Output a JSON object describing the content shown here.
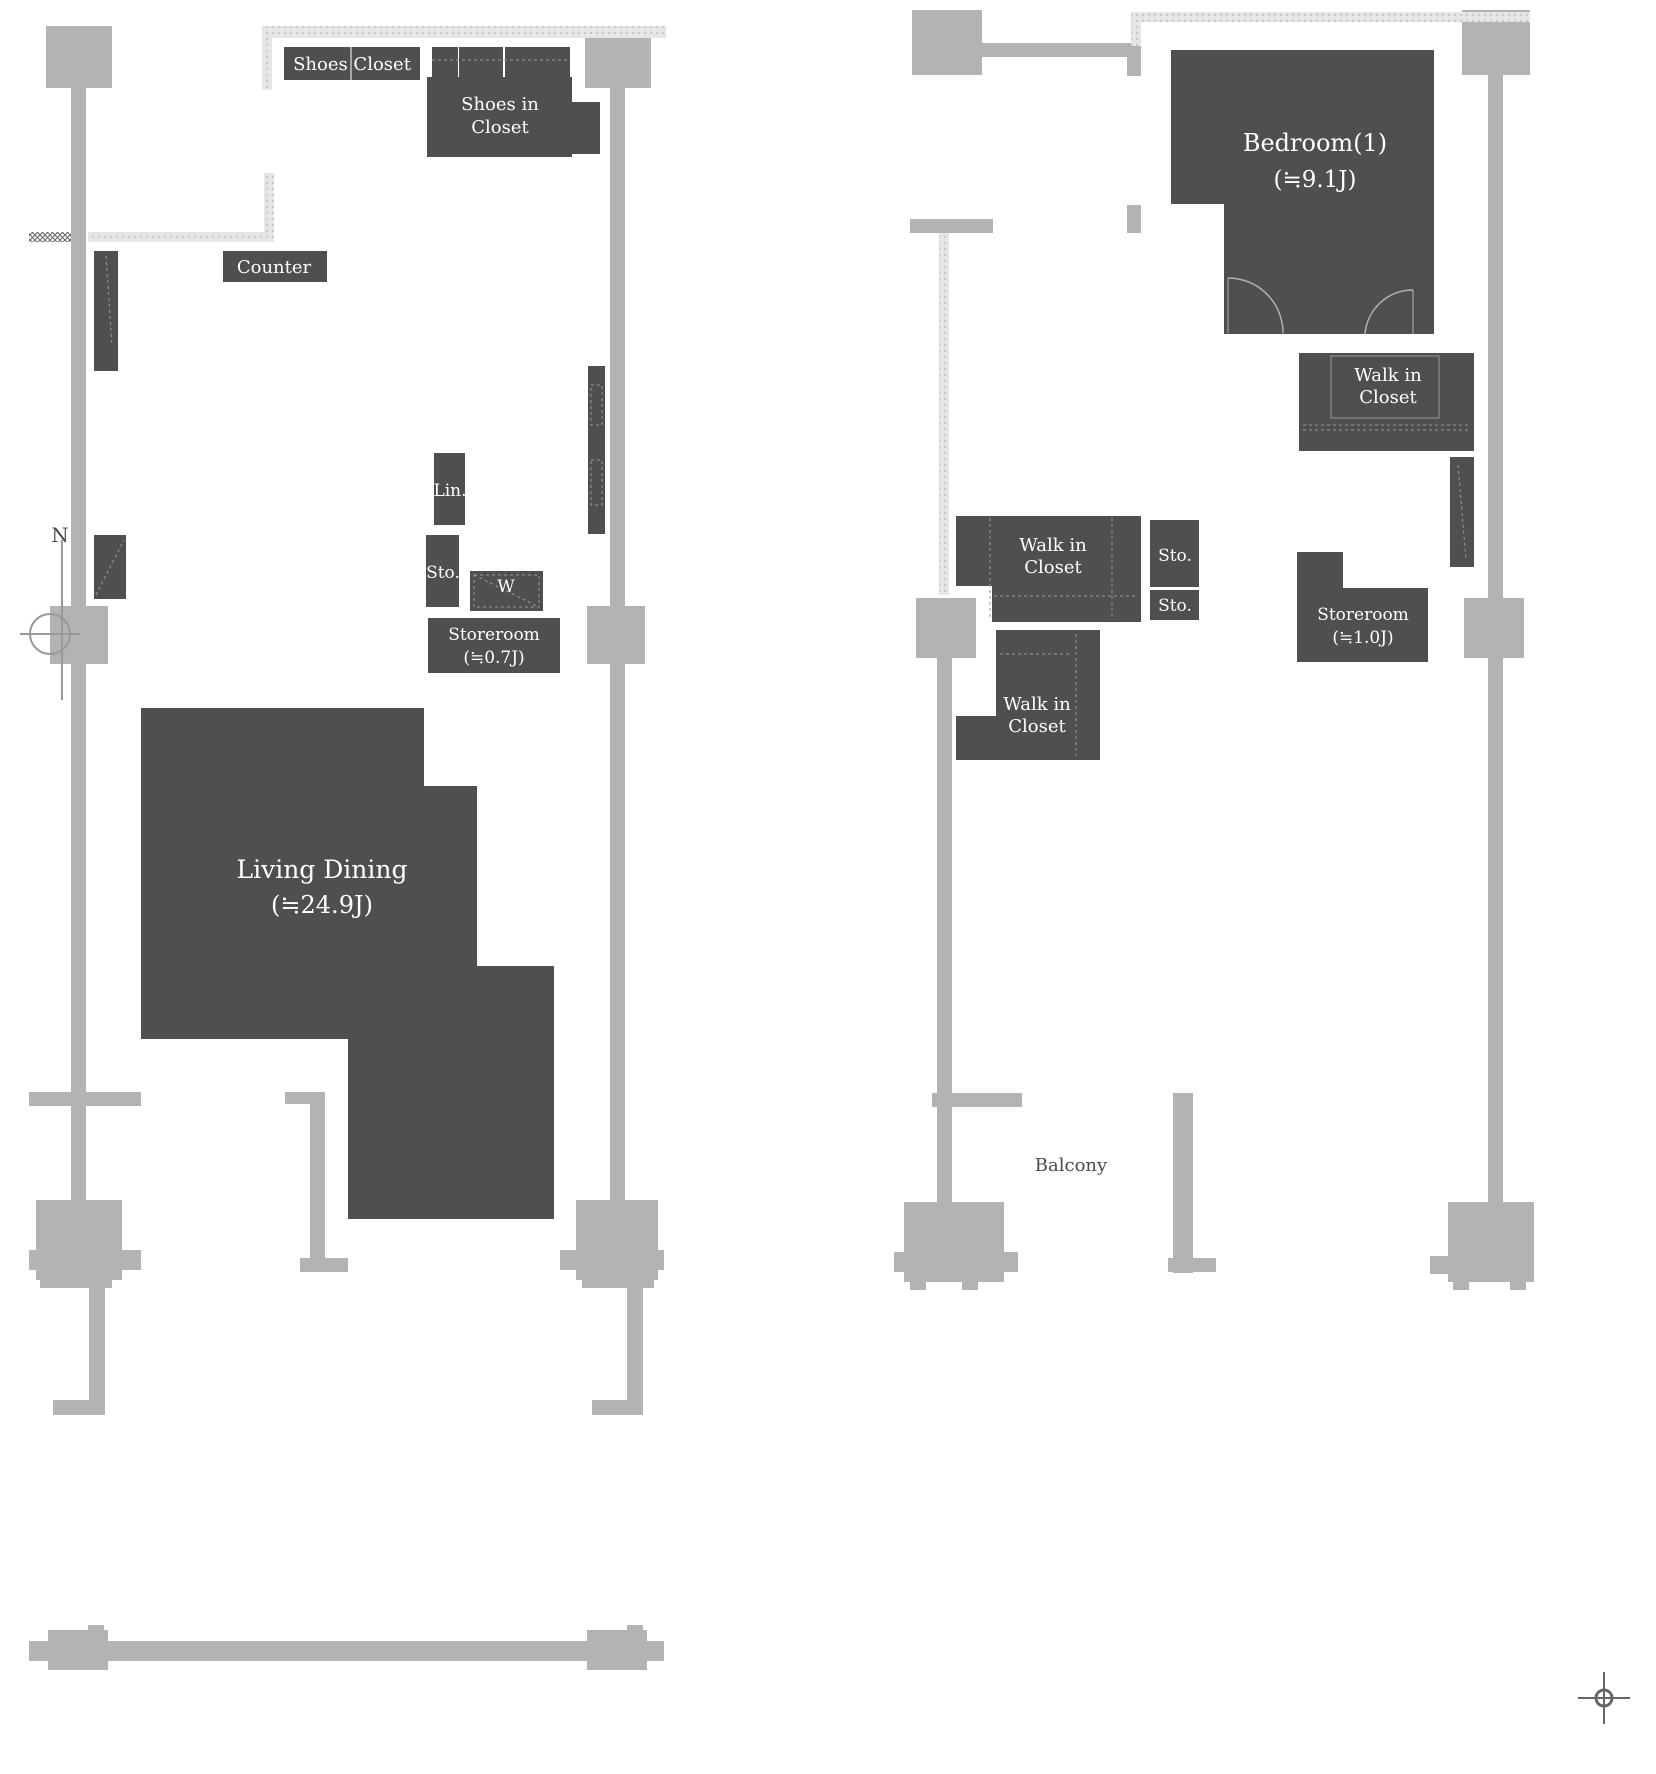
{
  "floor_plan": {
    "colors": {
      "room": "#4f4f4f",
      "wall": "#b3b3b3",
      "hatch": "#dcdcdc",
      "label_light": "#ffffff",
      "label_dark": "#4a4a4a"
    },
    "lower_floor": {
      "living_dining": {
        "name": "Living Dining",
        "area": "(≒24.9J)"
      },
      "storeroom": {
        "name": "Storeroom",
        "area": "(≒0.7J)"
      },
      "shoes_closet": "Shoes Closet",
      "shoes_in_closet": {
        "line1": "Shoes in",
        "line2": "Closet"
      },
      "counter": "Counter",
      "linen": "Lin.",
      "storage": "Sto.",
      "washer": "W",
      "north_mark": "N"
    },
    "upper_floor": {
      "bedroom": {
        "name": "Bedroom(1)",
        "area": "(≒9.1J)"
      },
      "walk_in_closet_a": {
        "line1": "Walk in",
        "line2": "Closet"
      },
      "walk_in_closet_b": {
        "line1": "Walk in",
        "line2": "Closet"
      },
      "walk_in_closet_c": {
        "line1": "Walk in",
        "line2": "Closet"
      },
      "storage_1": "Sto.",
      "storage_2": "Sto.",
      "storeroom": {
        "name": "Storeroom",
        "area": "(≒1.0J)"
      },
      "balcony": "Balcony"
    },
    "icons": {
      "north": "north-arrow-icon",
      "compass": "compass-icon"
    }
  }
}
